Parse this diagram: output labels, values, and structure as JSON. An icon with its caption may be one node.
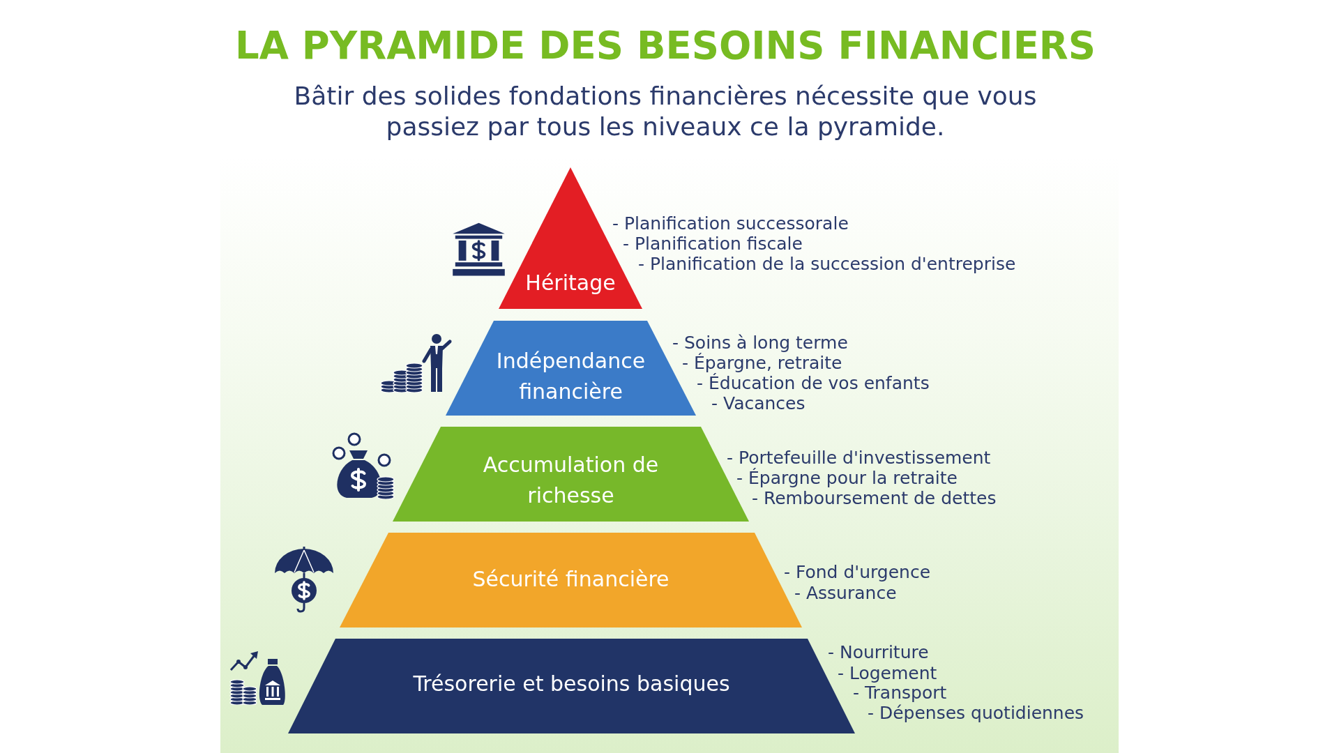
{
  "diagram": {
    "title": "LA PYRAMIDE DES BESOINS FINANCIERS",
    "nodes": [
      {
        "text": [
          "Héritage"
        ],
        "beside": [
          "- Planification successorale",
          "- Planification fiscale",
          "- Planification de la succession d'entreprise"
        ]
      },
      {
        "text": [
          "Indépendance financière"
        ],
        "beside": [
          "- Soins à long terme",
          "- Épargne, retraite",
          "- Éducation de vos enfants",
          "- Vacances"
        ]
      },
      {
        "text": [
          "Accumulation de richesse"
        ],
        "beside": [
          "- Portefeuille d'investissement",
          "- Épargne pour la retraite",
          "- Remboursement de dettes"
        ]
      },
      {
        "text": [
          "Sécurité financière"
        ],
        "beside": [
          "- Fond d'urgence",
          "- Assurance"
        ]
      },
      {
        "text": [
          "Trésorerie et besoins basiques"
        ],
        "beside": [
          "- Nourriture",
          "- Logement",
          "- Transport",
          "- Dépenses quotidiennes"
        ]
      }
    ],
    "labels": [
      "Bâtir des solides fondations financières nécessite que vous passiez par tous les niveaux ce la pyramide."
    ]
  }
}
